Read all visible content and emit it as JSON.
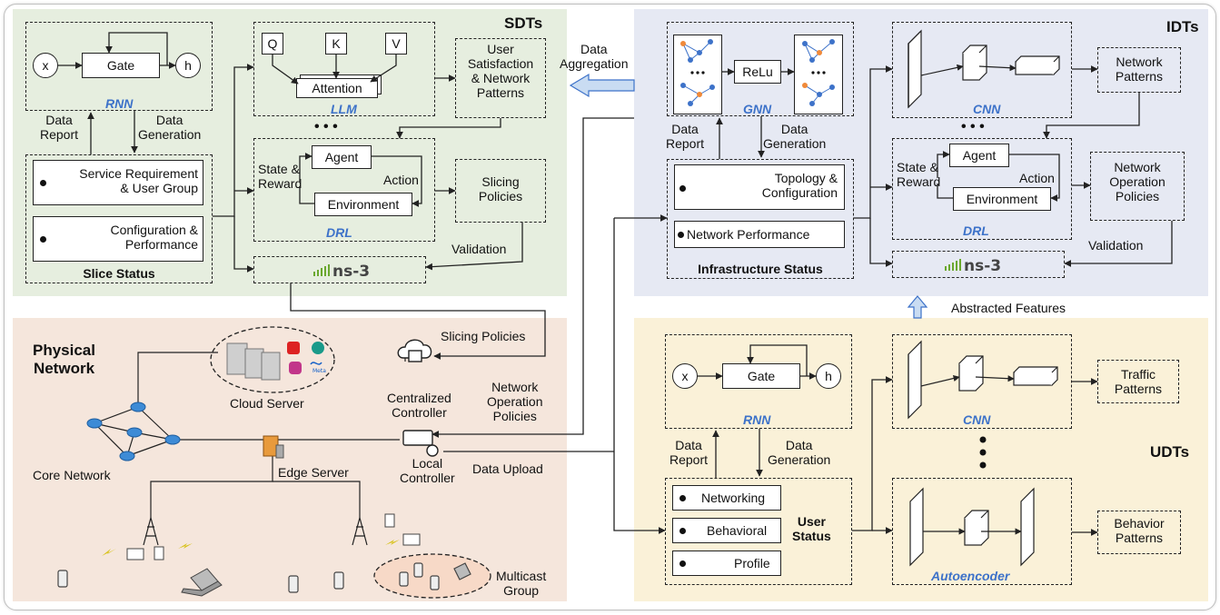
{
  "sdt": {
    "title": "SDTs",
    "x_label": "x",
    "gate_label": "Gate",
    "h_label": "h",
    "rnn_label": "RNN",
    "q_label": "Q",
    "k_label": "K",
    "v_label": "V",
    "attention_label": "Attention",
    "llm_label": "LLM",
    "user_satisfaction_label": "User\nSatisfaction\n& Network\nPatterns",
    "data_report_label": "Data\nReport",
    "data_generation_label": "Data\nGeneration",
    "ellipsis": "• • •",
    "state_reward_label": "State &\nReward",
    "agent_label": "Agent",
    "action_label": "Action",
    "environment_label": "Environment",
    "drl_label": "DRL",
    "slicing_policies_label": "Slicing\nPolicies",
    "service_requirement_label": "Service Requirement\n& User Group",
    "configuration_performance_label": "Configuration &\nPerformance",
    "slice_status_label": "Slice Status",
    "validation_label": "Validation",
    "ns3_label": "ns-3"
  },
  "middle": {
    "data_aggregation_label": "Data\nAggregation",
    "abstracted_features_label": "Abstracted Features"
  },
  "idt": {
    "title": "IDTs",
    "relu_label": "ReLu",
    "gnn_label": "GNN",
    "data_report_label": "Data\nReport",
    "data_generation_label": "Data\nGeneration",
    "cnn_label": "CNN",
    "network_patterns_label": "Network\nPatterns",
    "ellipsis": "• • •",
    "state_reward_label": "State &\nReward",
    "agent_label": "Agent",
    "action_label": "Action",
    "environment_label": "Environment",
    "drl_label": "DRL",
    "network_operation_policies_label": "Network\nOperation\nPolicies",
    "topology_label": "Topology &\nConfiguration",
    "network_performance_label": "Network Performance",
    "infrastructure_status_label": "Infrastructure Status",
    "validation_label": "Validation",
    "ns3_label": "ns-3"
  },
  "physical": {
    "title": "Physical\nNetwork",
    "slicing_policies_label": "Slicing Policies",
    "cloud_server_label": "Cloud Server",
    "centralized_controller_label": "Centralized\nController",
    "network_operation_policies_label": "Network\nOperation\nPolicies",
    "core_network_label": "Core Network",
    "edge_server_label": "Edge Server",
    "local_controller_label": "Local\nController",
    "data_upload_label": "Data Upload",
    "multicast_group_label": "Multicast\nGroup",
    "meta_logo_text": "Meta"
  },
  "udt": {
    "title": "UDTs",
    "x_label": "x",
    "gate_label": "Gate",
    "h_label": "h",
    "rnn_label": "RNN",
    "cnn_label": "CNN",
    "traffic_patterns_label": "Traffic\nPatterns",
    "data_report_label": "Data\nReport",
    "data_generation_label": "Data\nGeneration",
    "networking_label": "Networking",
    "behavioral_label": "Behavioral",
    "profile_label": "Profile",
    "user_status_label": "User\nStatus",
    "autoencoder_label": "Autoencoder",
    "behavior_patterns_label": "Behavior\nPatterns"
  },
  "colors": {
    "sdt_bg": "#e6eedf",
    "idt_bg": "#e6e9f3",
    "physical_bg": "#f5e6dc",
    "udt_bg": "#faf1d8",
    "model_label": "#3d72c9",
    "ns3_green": "#6aa82e",
    "node_orange": "#f08a3a",
    "node_blue": "#3d72c9"
  }
}
